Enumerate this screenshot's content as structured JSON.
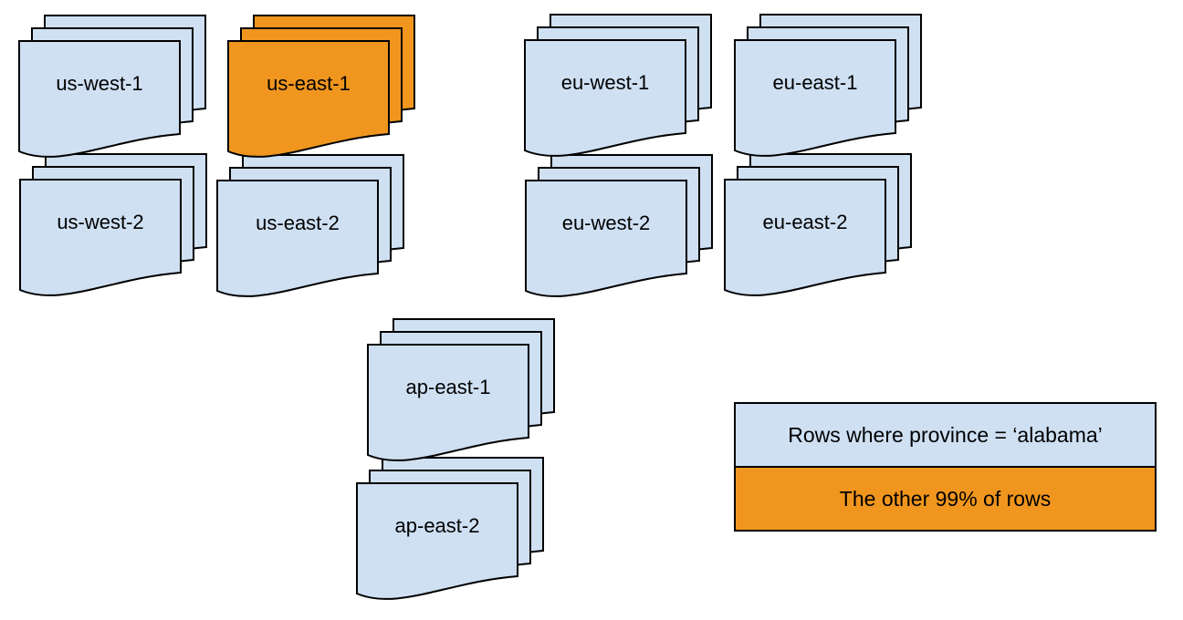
{
  "page": {
    "background": "#ffffff"
  },
  "colors": {
    "light_blue": "#cfe0f3",
    "orange": "#f0961e",
    "outline": "#000000",
    "text": "#000000"
  },
  "stacks": [
    {
      "id": "us-west-1",
      "label": "us-west-1",
      "fill": "light_blue"
    },
    {
      "id": "us-east-1",
      "label": "us-east-1",
      "fill": "orange"
    },
    {
      "id": "eu-west-1",
      "label": "eu-west-1",
      "fill": "light_blue"
    },
    {
      "id": "eu-east-1",
      "label": "eu-east-1",
      "fill": "light_blue"
    },
    {
      "id": "us-west-2",
      "label": "us-west-2",
      "fill": "light_blue"
    },
    {
      "id": "us-east-2",
      "label": "us-east-2",
      "fill": "light_blue"
    },
    {
      "id": "eu-west-2",
      "label": "eu-west-2",
      "fill": "light_blue"
    },
    {
      "id": "eu-east-2",
      "label": "eu-east-2",
      "fill": "light_blue"
    },
    {
      "id": "ap-east-1",
      "label": "ap-east-1",
      "fill": "light_blue"
    },
    {
      "id": "ap-east-2",
      "label": "ap-east-2",
      "fill": "light_blue"
    }
  ],
  "legend": {
    "items": [
      {
        "label": "Rows where province = ‘alabama’",
        "fill": "light_blue"
      },
      {
        "label": "The other 99% of rows",
        "fill": "orange"
      }
    ]
  }
}
